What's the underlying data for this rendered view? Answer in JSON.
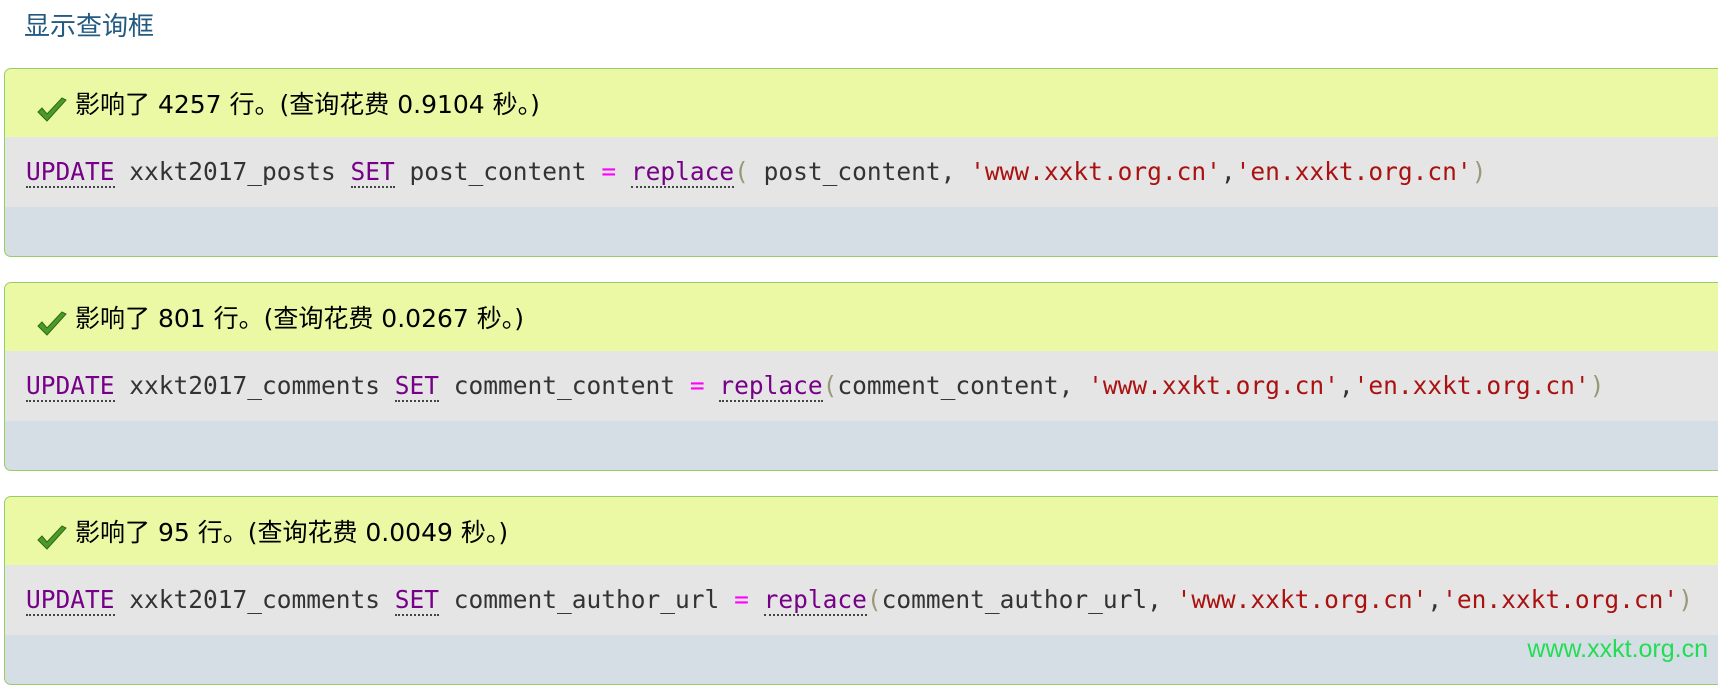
{
  "toggle_link": "显示查询框",
  "results": [
    {
      "message": "影响了 4257 行。(查询花费 0.9104 秒。)",
      "sql": {
        "kw_update": "UPDATE",
        "table": " xxkt2017_posts ",
        "kw_set": "SET",
        "column": " post_content ",
        "op": "=",
        "space": " ",
        "fn": "replace",
        "open_paren": "(",
        "arg": "  post_content, ",
        "str1": "'www.xxkt.org.cn'",
        "comma": ",",
        "str2": "'en.xxkt.org.cn'",
        "close_paren": ")"
      }
    },
    {
      "message": "影响了 801 行。(查询花费 0.0267 秒。)",
      "sql": {
        "kw_update": "UPDATE",
        "table": " xxkt2017_comments ",
        "kw_set": "SET",
        "column": " comment_content ",
        "op": "=",
        "space": " ",
        "fn": "replace",
        "open_paren": "(",
        "arg": "comment_content, ",
        "str1": "'www.xxkt.org.cn'",
        "comma": ",",
        "str2": "'en.xxkt.org.cn'",
        "close_paren": ")"
      }
    },
    {
      "message": "影响了 95 行。(查询花费 0.0049 秒。)",
      "sql": {
        "kw_update": "UPDATE",
        "table": " xxkt2017_comments ",
        "kw_set": "SET",
        "column": " comment_author_url ",
        "op": "=",
        "space": " ",
        "fn": "replace",
        "open_paren": "(",
        "arg": "comment_author_url, ",
        "str1": "'www.xxkt.org.cn'",
        "comma": ",",
        "str2": "'en.xxkt.org.cn'",
        "close_paren": ")"
      }
    }
  ],
  "watermark": "www.xxkt.org.cn",
  "colors": {
    "success_bg": "#ebf8a4",
    "success_border": "#99cc66",
    "sql_bg": "#e5e5e5",
    "panel_bg": "#d5dde5",
    "keyword": "#770088",
    "string": "#aa1111",
    "operator": "#ff00ff",
    "link": "#235a81",
    "watermark": "#22dd55"
  },
  "icons": {
    "success": "checkmark-icon"
  }
}
